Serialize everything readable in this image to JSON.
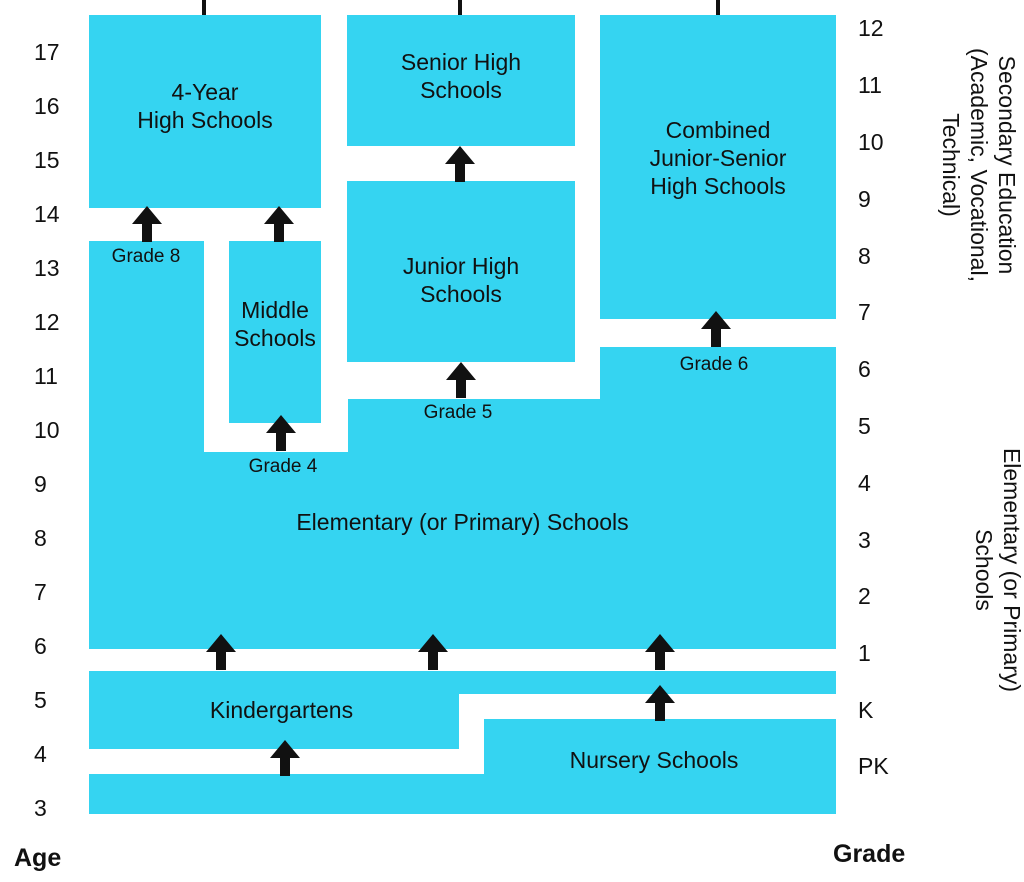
{
  "ages": [
    "17",
    "16",
    "15",
    "14",
    "13",
    "12",
    "11",
    "10",
    "9",
    "8",
    "7",
    "6",
    "5",
    "4",
    "3"
  ],
  "grades": [
    "12",
    "11",
    "10",
    "9",
    "8",
    "7",
    "6",
    "5",
    "4",
    "3",
    "2",
    "1",
    "K",
    "PK"
  ],
  "axis": {
    "age": "Age",
    "grade": "Grade"
  },
  "boxes": {
    "four_year": "4-Year\nHigh Schools",
    "senior_high": "Senior High\nSchools",
    "combined": "Combined\nJunior-Senior\nHigh Schools",
    "junior_high": "Junior High\nSchools",
    "middle": "Middle\nSchools",
    "elementary": "Elementary (or Primary) Schools",
    "kindergartens": "Kindergartens",
    "nursery": "Nursery Schools"
  },
  "transitions": {
    "grade8": "Grade 8",
    "grade6": "Grade 6",
    "grade5": "Grade 5",
    "grade4": "Grade 4"
  },
  "side_labels": {
    "secondary": "Secondary Education\n(Academic, Vocational,\nTechnical)",
    "elementary": "Elementary (or Primary)\nSchools"
  },
  "colors": {
    "box": "#35d4f1",
    "arrow": "#111111"
  }
}
